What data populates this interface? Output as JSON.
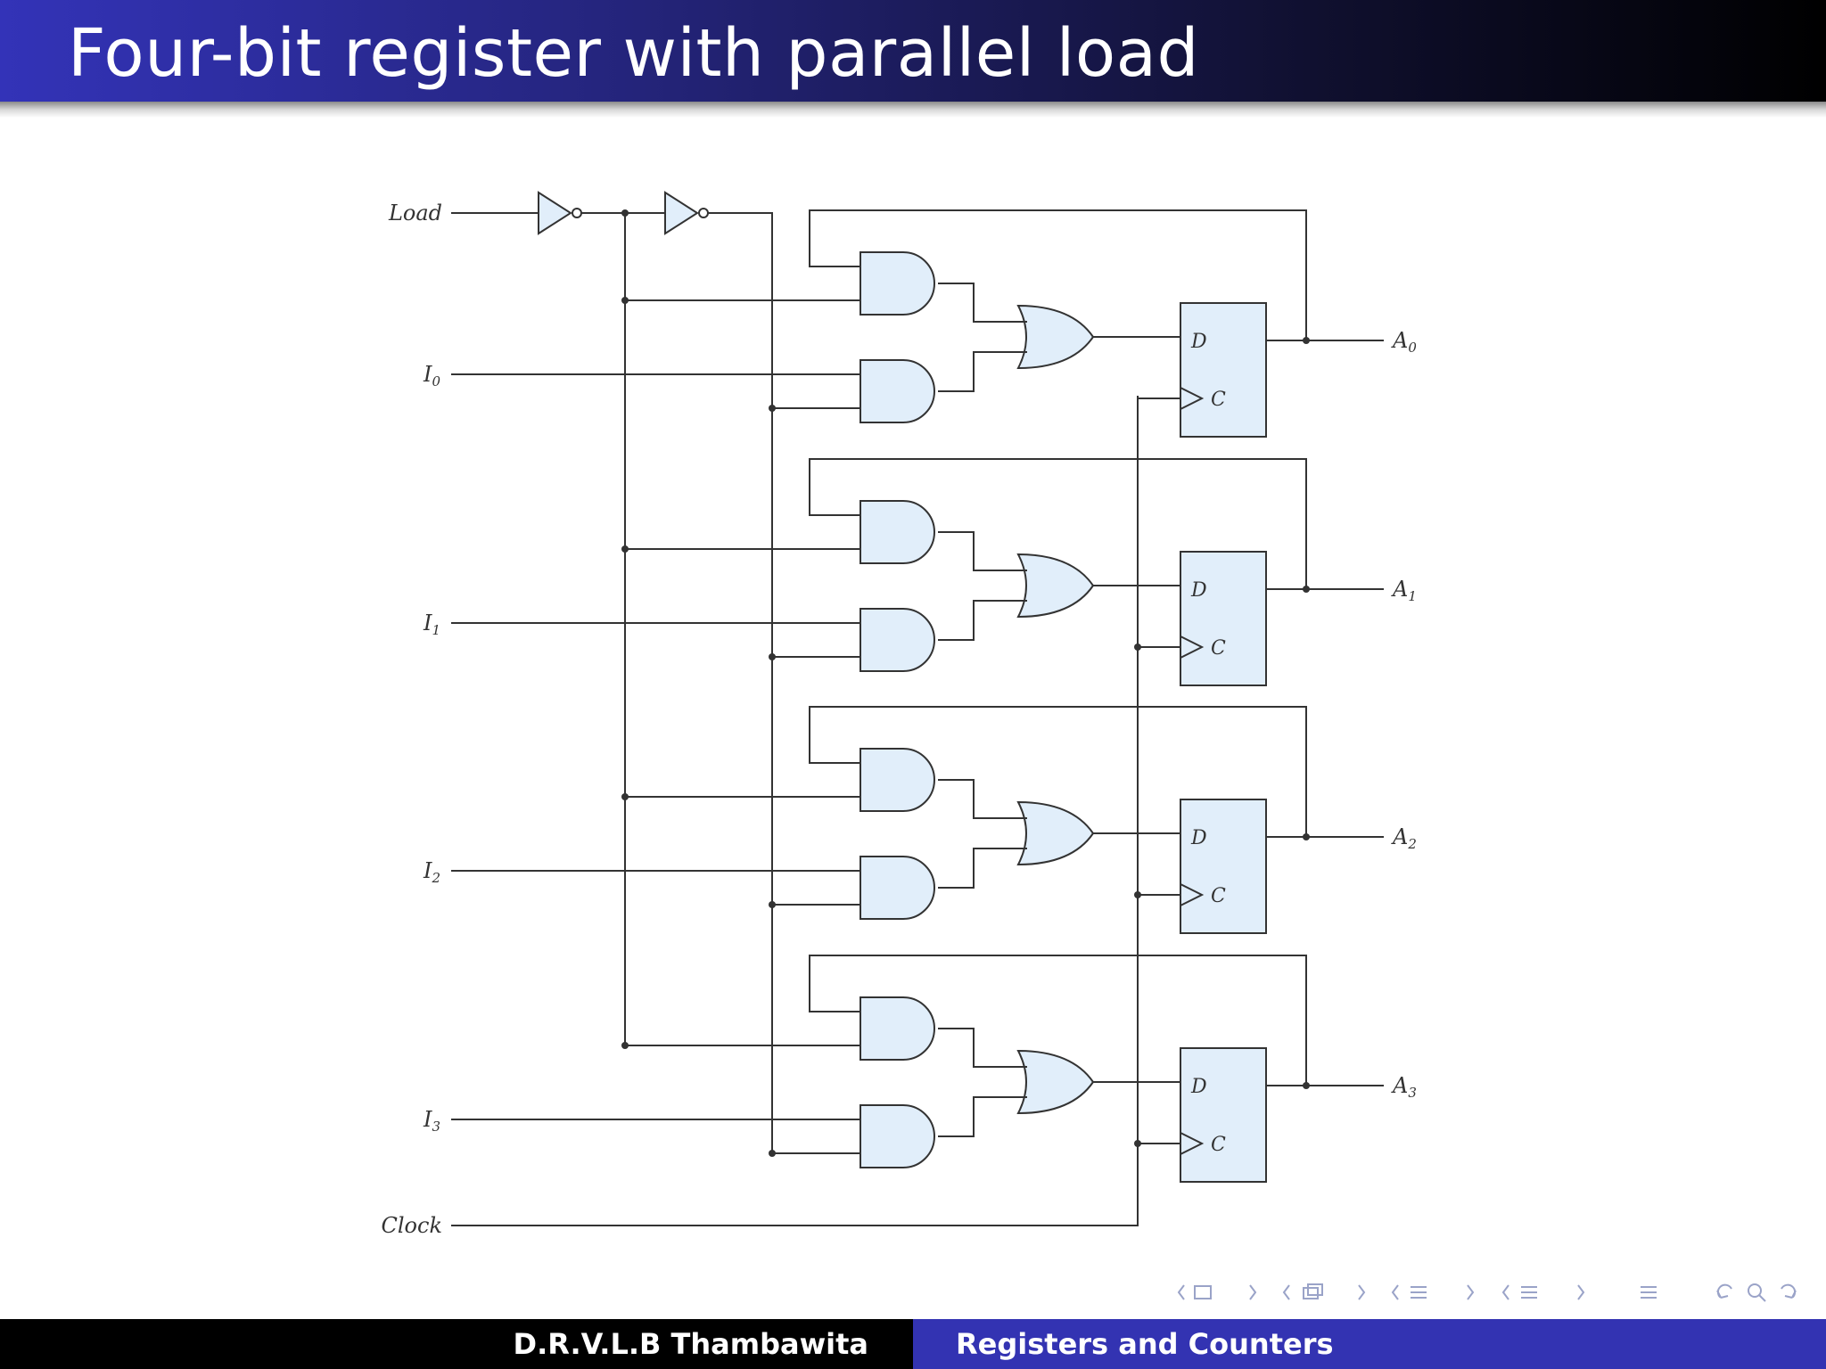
{
  "slide": {
    "title": "Four-bit register with parallel load"
  },
  "diagram": {
    "inputs": {
      "load": "Load",
      "clock": "Clock",
      "data": [
        {
          "letter": "I",
          "sub": "0"
        },
        {
          "letter": "I",
          "sub": "1"
        },
        {
          "letter": "I",
          "sub": "2"
        },
        {
          "letter": "I",
          "sub": "3"
        }
      ]
    },
    "outputs": [
      {
        "letter": "A",
        "sub": "0"
      },
      {
        "letter": "A",
        "sub": "1"
      },
      {
        "letter": "A",
        "sub": "2"
      },
      {
        "letter": "A",
        "sub": "3"
      }
    ],
    "flipflop": {
      "d_label": "D",
      "c_label": "C"
    },
    "colors": {
      "gate_fill": "#e1eefa",
      "wire": "#333333"
    }
  },
  "navigation": {
    "icons": [
      "nav-prev-arrow",
      "frame-icon",
      "nav-next-arrow",
      "subsection-icon",
      "section-icon",
      "slide-icon",
      "align-icon",
      "search-icon",
      "back-icon"
    ]
  },
  "footer": {
    "author": "D.R.V.L.B Thambawita",
    "topic": "Registers and Counters"
  }
}
